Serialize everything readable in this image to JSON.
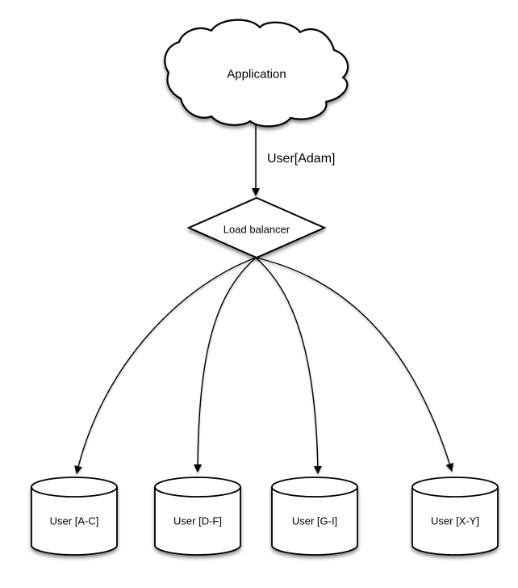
{
  "diagram": {
    "title": "application sharding diagram",
    "colors": {
      "background": "#ffffff",
      "shape_fill": "#ffffff",
      "stroke": "#000000",
      "shadow": "rgba(0,0,0,0.45)"
    },
    "nodes": {
      "application": {
        "shape": "cloud",
        "label": "Application"
      },
      "load_balancer": {
        "shape": "diamond",
        "label": "Load balancer"
      },
      "shards": [
        {
          "shape": "cylinder",
          "label": "User [A-C]"
        },
        {
          "shape": "cylinder",
          "label": "User [D-F]"
        },
        {
          "shape": "cylinder",
          "label": "User [G-I]"
        },
        {
          "shape": "cylinder",
          "label": "User [X-Y]"
        }
      ]
    },
    "edges": {
      "app_to_lb": {
        "label": "User[Adam]"
      },
      "lb_to_shards_count": 4
    }
  }
}
